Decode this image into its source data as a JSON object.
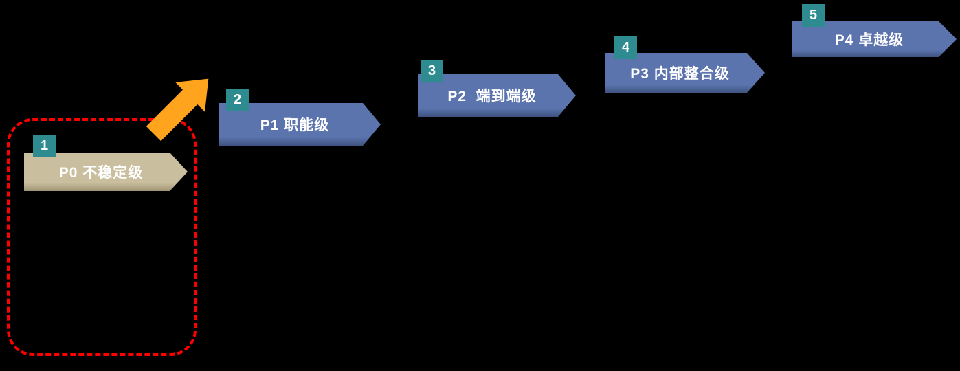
{
  "colors": {
    "background": "#000000",
    "text": "#FFFFFF",
    "accent-blue": "#5B74AE",
    "accent-blue-dark": "#3E5380",
    "tan": "#C9BE9D",
    "tan-dark": "#9E9373",
    "badge-teal": "#2E8B8F",
    "arrow-orange": "#FFA41C",
    "highlight-red": "#FF0000"
  },
  "icons": {
    "arrow": "up-right-block-arrow"
  },
  "levels": [
    {
      "badge": "1",
      "label": "P0 不稳定级"
    },
    {
      "badge": "2",
      "label": "P1 职能级"
    },
    {
      "badge": "3",
      "label": "P2  端到端级"
    },
    {
      "badge": "4",
      "label": "P3 内部整合级"
    },
    {
      "badge": "5",
      "label": "P4 卓越级"
    }
  ]
}
